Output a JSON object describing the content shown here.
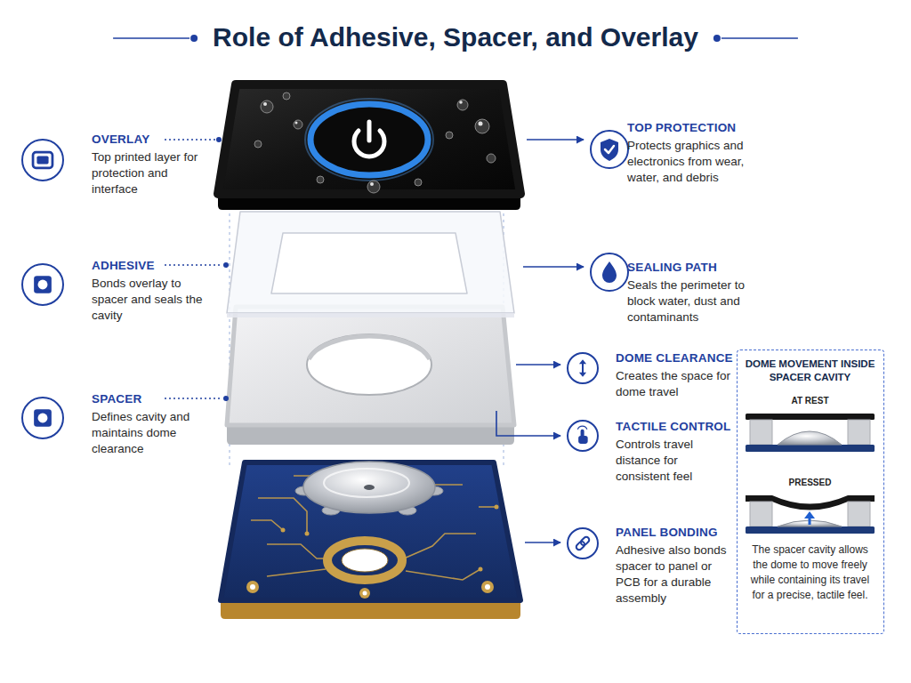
{
  "diagram": {
    "title": "Role of Adhesive, Spacer, and Overlay",
    "nodes": [
      {
        "text": [
          "OVERLAY",
          "Top printed layer for protection and interface"
        ]
      },
      {
        "text": [
          "TOP PROTECTION",
          "Protects graphics and electronics from wear, water, and debris"
        ]
      },
      {
        "text": [
          "ADHESIVE",
          "Bonds overlay to spacer and seals the cavity"
        ]
      },
      {
        "text": [
          "SEALING PATH",
          "Seals the perimeter to block water, dust and contaminants"
        ]
      },
      {
        "text": [
          "SPACER",
          "Defines cavity and maintains dome clearance"
        ]
      },
      {
        "text": [
          "DOME CLEARANCE",
          "Creates the space for dome travel"
        ]
      },
      {
        "text": [
          "TACTILE CONTROL",
          "Controls travel distance for consistent feel"
        ]
      },
      {
        "text": [
          "PANEL BONDING",
          "Adhesive also bonds spacer to panel or PCB for a durable assembly"
        ]
      },
      {
        "text": [
          "DOME MOVEMENT INSIDE SPACER CAVITY",
          "AT REST",
          "PRESSED",
          "The spacer cavity allows the dome to move freely while containing its travel for a precise, tactile feel."
        ]
      }
    ]
  }
}
